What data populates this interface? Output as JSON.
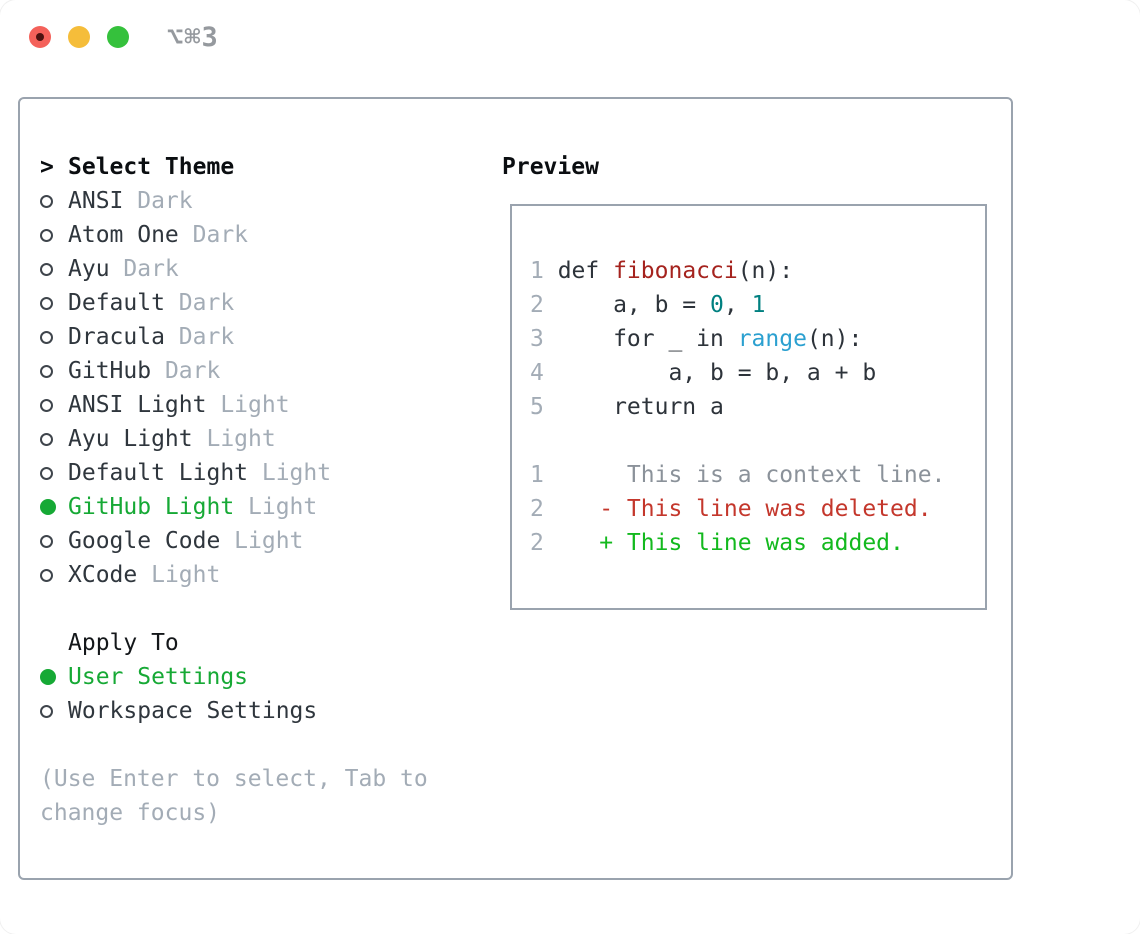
{
  "titlebar": {
    "shortcut": "⌥⌘3"
  },
  "theme_picker": {
    "prompt": ">",
    "title": "Select Theme",
    "themes": [
      {
        "name": "ANSI",
        "variant": "Dark",
        "selected": false
      },
      {
        "name": "Atom One",
        "variant": "Dark",
        "selected": false
      },
      {
        "name": "Ayu",
        "variant": "Dark",
        "selected": false
      },
      {
        "name": "Default",
        "variant": "Dark",
        "selected": false
      },
      {
        "name": "Dracula",
        "variant": "Dark",
        "selected": false
      },
      {
        "name": "GitHub",
        "variant": "Dark",
        "selected": false
      },
      {
        "name": "ANSI Light",
        "variant": "Light",
        "selected": false
      },
      {
        "name": "Ayu Light",
        "variant": "Light",
        "selected": false
      },
      {
        "name": "Default Light",
        "variant": "Light",
        "selected": false
      },
      {
        "name": "GitHub Light",
        "variant": "Light",
        "selected": true
      },
      {
        "name": "Google Code",
        "variant": "Light",
        "selected": false
      },
      {
        "name": "XCode",
        "variant": "Light",
        "selected": false
      }
    ],
    "apply_to": {
      "title": "Apply To",
      "options": [
        {
          "label": "User Settings",
          "selected": true
        },
        {
          "label": "Workspace Settings",
          "selected": false
        }
      ]
    },
    "hint": "(Use Enter to select, Tab to change focus)"
  },
  "preview": {
    "title": "Preview",
    "code_lines": [
      {
        "num": "1",
        "segments": [
          {
            "text": "def ",
            "color": "plain"
          },
          {
            "text": "fibonacci",
            "color": "title"
          },
          {
            "text": "(n):",
            "color": "plain"
          }
        ]
      },
      {
        "num": "2",
        "segments": [
          {
            "text": "    a, b = ",
            "color": "plain"
          },
          {
            "text": "0",
            "color": "number"
          },
          {
            "text": ", ",
            "color": "plain"
          },
          {
            "text": "1",
            "color": "number"
          }
        ]
      },
      {
        "num": "3",
        "segments": [
          {
            "text": "    for _ in ",
            "color": "plain"
          },
          {
            "text": "range",
            "color": "builtin"
          },
          {
            "text": "(n):",
            "color": "plain"
          }
        ]
      },
      {
        "num": "4",
        "segments": [
          {
            "text": "        a, b = b, a + b",
            "color": "plain"
          }
        ]
      },
      {
        "num": "5",
        "segments": [
          {
            "text": "    return a",
            "color": "plain"
          }
        ]
      },
      {
        "blank": true
      },
      {
        "num": "1",
        "segments": [
          {
            "text": "     This is a context line.",
            "color": "context"
          }
        ]
      },
      {
        "num": "2",
        "segments": [
          {
            "text": "   - This line was deleted.",
            "color": "deleted"
          }
        ]
      },
      {
        "num": "2",
        "segments": [
          {
            "text": "   + This line was added.",
            "color": "added"
          }
        ]
      }
    ]
  },
  "colors": {
    "accent_green": "#16a935",
    "syntax_title": "#a5231e",
    "syntax_number": "#008080",
    "syntax_builtin": "#2ba0d0",
    "diff_context": "#8b929a",
    "diff_deleted": "#c4372c",
    "diff_added": "#13b91e",
    "muted": "#a3acb6",
    "border_gray": "#9aa3ae"
  }
}
